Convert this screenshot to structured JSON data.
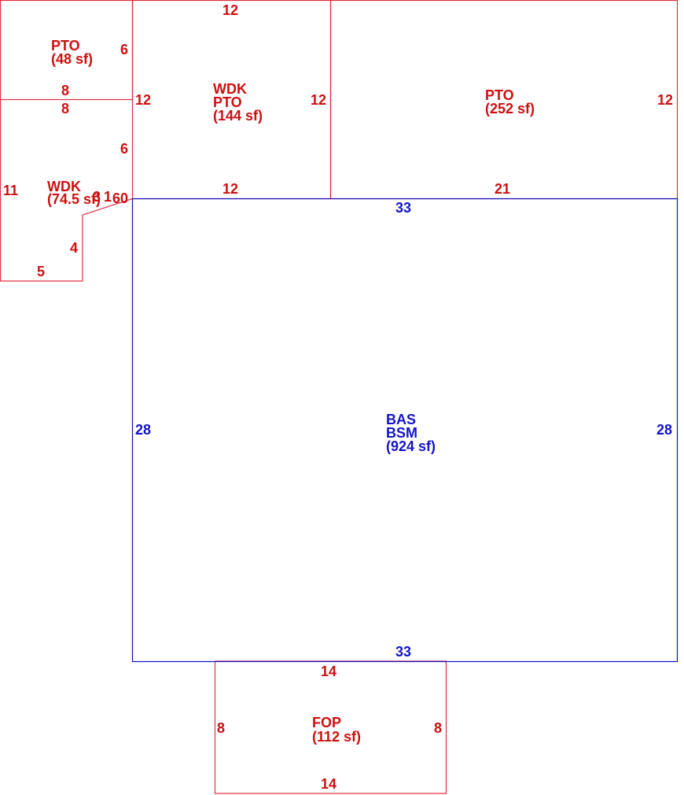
{
  "colors": {
    "red": "#cc1010",
    "blue": "#1414c8"
  },
  "areas": {
    "pto_small": {
      "code": "PTO",
      "area": "(48 sf)"
    },
    "wdk_pto": {
      "code1": "WDK",
      "code2": "PTO",
      "area": "(144 sf)"
    },
    "pto_large": {
      "code": "PTO",
      "area": "(252 sf)"
    },
    "wdk": {
      "code": "WDK",
      "area": "(74.5 sf)"
    },
    "bas_bsm": {
      "code1": "BAS",
      "code2": "BSM",
      "area": "(924 sf)"
    },
    "fop": {
      "code": "FOP",
      "area": "(112 sf)"
    }
  },
  "dims": {
    "wdkpto_top": "12",
    "pto_small_right": "6",
    "pto_small_bottom": "8",
    "wdk_top": "8",
    "wdkpto_left": "12",
    "wdkpto_right": "12",
    "pto_large_right": "12",
    "wdk_right": "6",
    "wdk_left": "11",
    "wdk_diag_a": "3",
    "wdk_diag_b": "1",
    "wdk_diag_c": "6",
    "wdk_diag_d": "0",
    "wdkpto_bottom": "12",
    "pto_large_bottom": "21",
    "bas_top": "33",
    "wdk_inner_vertical": "4",
    "wdk_bottom": "5",
    "bas_left": "28",
    "bas_right": "28",
    "bas_bottom": "33",
    "fop_top": "14",
    "fop_left": "8",
    "fop_right": "8",
    "fop_bottom": "14"
  }
}
